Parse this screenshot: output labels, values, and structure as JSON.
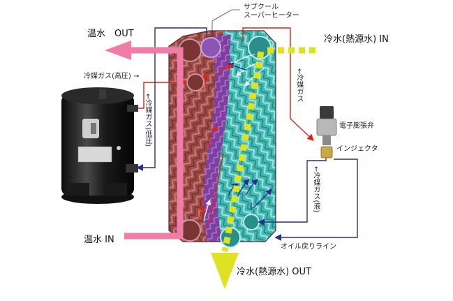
{
  "labels": {
    "hot_out": "温水　OUT",
    "hot_in": "温水 IN",
    "cold_in": "冷水(熱源水) IN",
    "cold_out": "冷水(熱源水) OUT",
    "subcool": "サブクール",
    "superheater": "スーパーヒーター",
    "gas_high": "冷媒ガス(高圧) →",
    "gas_low": "←冷媒ガス(低圧)",
    "gas_right": "←冷媒ガス",
    "gas_liquid": "←冷媒ガス(液)",
    "expansion_valve": "電子膨張弁",
    "injector": "インジェクタ",
    "oil_return": "オイル戻りライン"
  },
  "colors": {
    "hot_water": "#ef7ea7",
    "cold_water": "#dde322",
    "refrigerant_high": "#d9261c",
    "refrigerant_low": "#26308c",
    "plate_hot": "#9c4a48",
    "plate_cold": "#43b9b4",
    "subcool_zone": "#7f3fa0"
  }
}
